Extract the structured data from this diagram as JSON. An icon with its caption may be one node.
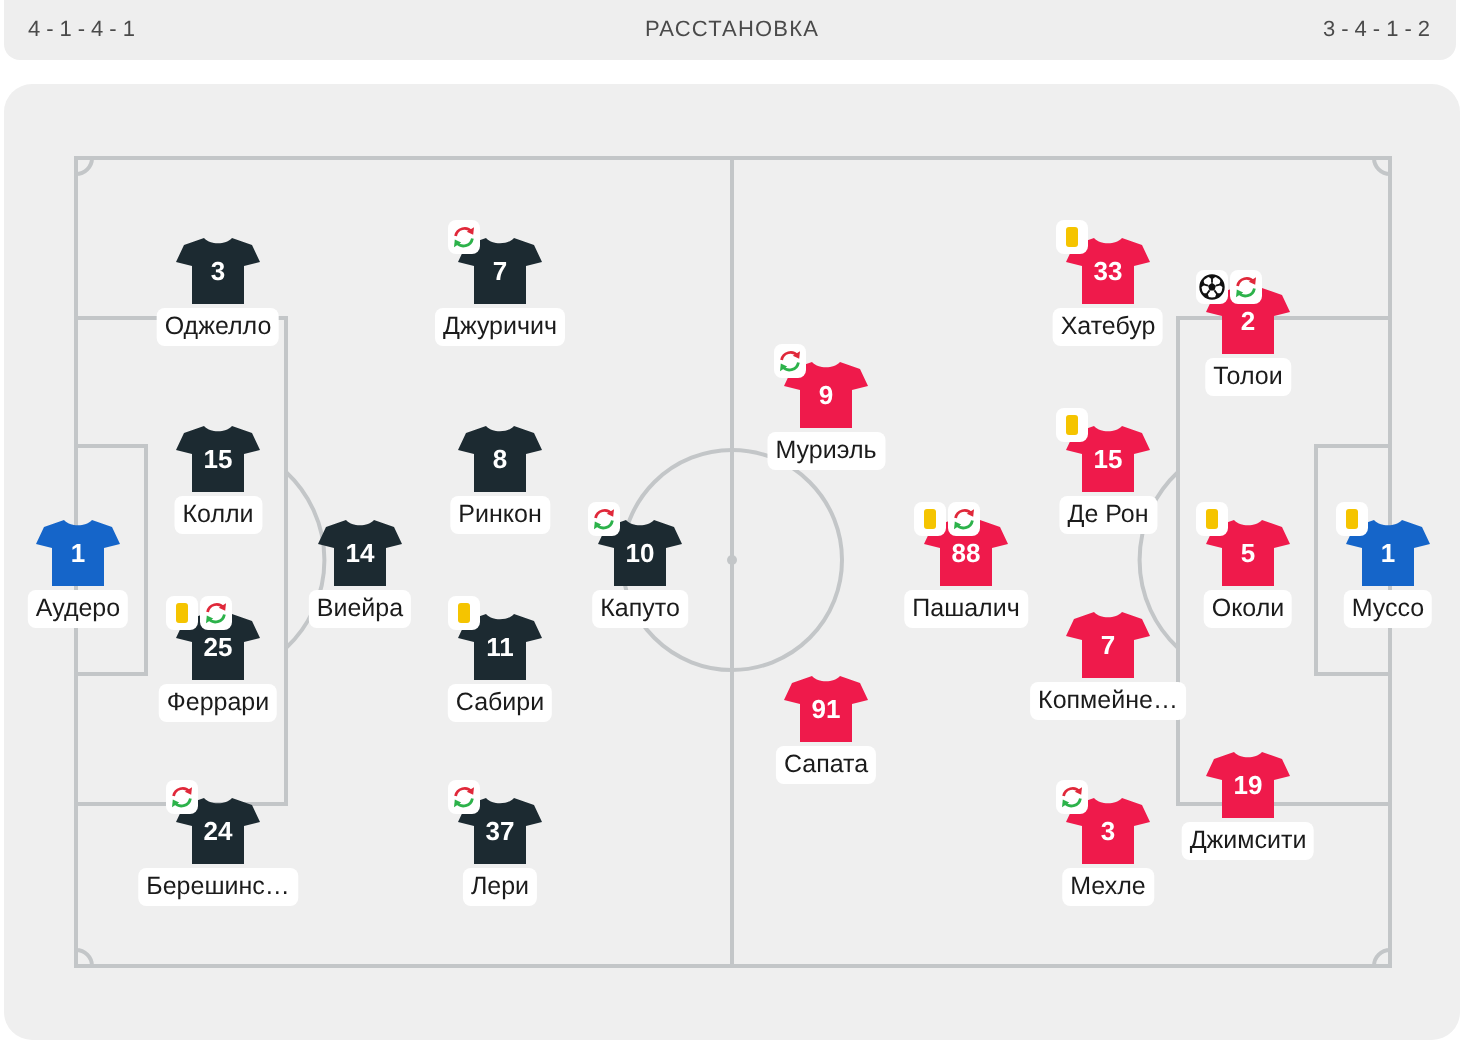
{
  "diagram": {
    "title": "РАССТАНОВКА",
    "nodes": [
      {
        "text": [
          "1"
        ],
        "beside": [
          "Аудеро"
        ]
      },
      {
        "text": [
          "3"
        ],
        "beside": [
          "Оджелло"
        ]
      },
      {
        "text": [
          "15"
        ],
        "beside": [
          "Колли"
        ]
      },
      {
        "text": [
          "25"
        ],
        "beside": [
          "Феррари"
        ]
      },
      {
        "text": [
          "24"
        ],
        "beside": [
          "Берешинс…"
        ]
      },
      {
        "text": [
          "14"
        ],
        "beside": [
          "Виейра"
        ]
      },
      {
        "text": [
          "7"
        ],
        "beside": [
          "Джуричич"
        ]
      },
      {
        "text": [
          "8"
        ],
        "beside": [
          "Ринкон"
        ]
      },
      {
        "text": [
          "11"
        ],
        "beside": [
          "Сабири"
        ]
      },
      {
        "text": [
          "37"
        ],
        "beside": [
          "Лери"
        ]
      },
      {
        "text": [
          "10"
        ],
        "beside": [
          "Капуто"
        ]
      },
      {
        "text": [
          "9"
        ],
        "beside": [
          "Муриэль"
        ]
      },
      {
        "text": [
          "91"
        ],
        "beside": [
          "Сапата"
        ]
      },
      {
        "text": [
          "88"
        ],
        "beside": [
          "Пашалич"
        ]
      },
      {
        "text": [
          "33"
        ],
        "beside": [
          "Хатебур"
        ]
      },
      {
        "text": [
          "15"
        ],
        "beside": [
          "Де Рон"
        ]
      },
      {
        "text": [
          "7"
        ],
        "beside": [
          "Копмейне…"
        ]
      },
      {
        "text": [
          "3"
        ],
        "beside": [
          "Мехле"
        ]
      },
      {
        "text": [
          "2"
        ],
        "beside": [
          "Толои"
        ]
      },
      {
        "text": [
          "5"
        ],
        "beside": [
          "Околи"
        ]
      },
      {
        "text": [
          "19"
        ],
        "beside": [
          "Джимсити"
        ]
      },
      {
        "text": [
          "1"
        ],
        "beside": [
          "Муссо"
        ]
      }
    ],
    "labels": [
      "4-1-4-1",
      "3-4-1-2"
    ]
  }
}
